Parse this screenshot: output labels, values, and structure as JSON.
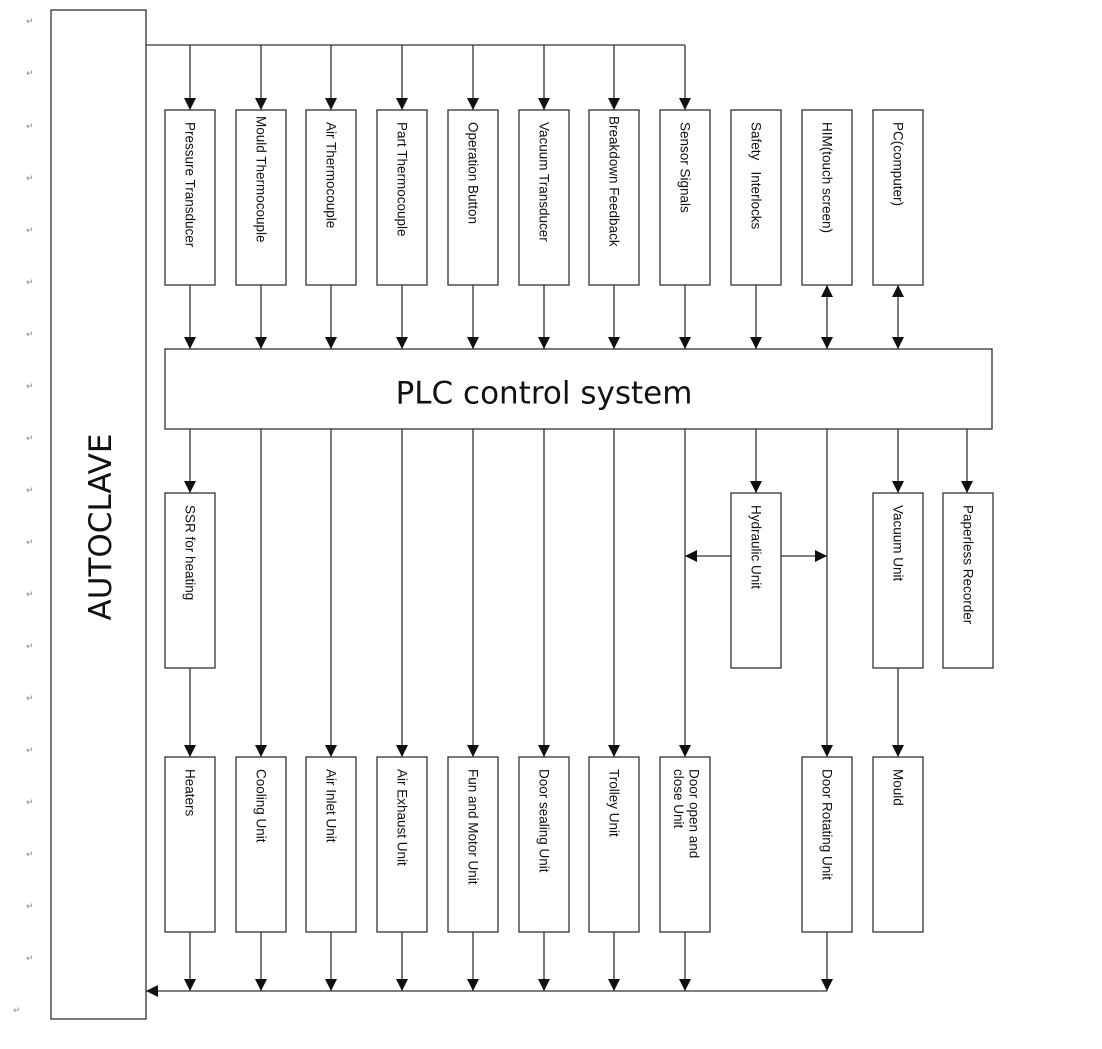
{
  "autoclave_label": "AUTOCLAVE",
  "plc_label": "PLC control system",
  "paragraph_mark": "↵",
  "inputs": [
    {
      "id": "pressure-transducer",
      "lines": [
        "Pressure Transducer"
      ]
    },
    {
      "id": "mould-thermocouple",
      "lines": [
        "Mould Thermocouple"
      ]
    },
    {
      "id": "air-thermocouple",
      "lines": [
        "Air Thermocouple"
      ]
    },
    {
      "id": "part-thermocouple",
      "lines": [
        "Part Thermocouple"
      ]
    },
    {
      "id": "operation-button",
      "lines": [
        "Operation Button"
      ]
    },
    {
      "id": "vacuum-transducer",
      "lines": [
        "Vacuum Transducer"
      ]
    },
    {
      "id": "breakdown-feedback",
      "lines": [
        "Breakdown Feedback"
      ]
    },
    {
      "id": "sensor-signals",
      "lines": [
        "Sensor Signals"
      ]
    },
    {
      "id": "safety-interlocks",
      "lines": [
        "Safety   Interlocks"
      ]
    },
    {
      "id": "him-touch-screen",
      "lines": [
        "HIM(touch screen)"
      ]
    },
    {
      "id": "pc-computer",
      "lines": [
        "PC(computer)"
      ]
    }
  ],
  "middle_units": [
    {
      "id": "ssr-for-heating",
      "lines": [
        "SSR for heating"
      ]
    },
    {
      "id": "hydraulic-unit",
      "lines": [
        "Hydraulic Unit"
      ]
    },
    {
      "id": "vacuum-unit",
      "lines": [
        "Vacuum Unit"
      ]
    },
    {
      "id": "paperless-recorder",
      "lines": [
        "Paperless Recorder"
      ]
    }
  ],
  "outputs": [
    {
      "id": "heaters",
      "lines": [
        "Heaters"
      ]
    },
    {
      "id": "cooling-unit",
      "lines": [
        "Cooling Unit"
      ]
    },
    {
      "id": "air-inlet-unit",
      "lines": [
        "Air Inlet Unit"
      ]
    },
    {
      "id": "air-exhaust-unit",
      "lines": [
        "Air Exhaust Unit"
      ]
    },
    {
      "id": "fun-and-motor-unit",
      "lines": [
        "Fun and Motor Unit"
      ]
    },
    {
      "id": "door-sealing-unit",
      "lines": [
        "Door sealing Unit"
      ]
    },
    {
      "id": "trolley-unit",
      "lines": [
        "Trolley Unit"
      ]
    },
    {
      "id": "door-open-and-close-unit",
      "lines": [
        "Door open and",
        "close Unit"
      ]
    },
    {
      "id": "door-rotating-unit",
      "lines": [
        "Door Rotating Unit"
      ]
    },
    {
      "id": "mould",
      "lines": [
        "Mould"
      ]
    }
  ]
}
